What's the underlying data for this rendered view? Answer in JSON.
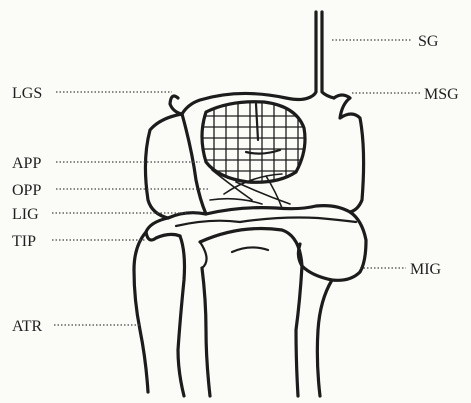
{
  "labels": {
    "sg": "SG",
    "lgs": "LGS",
    "msg": "MSG",
    "app": "APP",
    "opp": "OPP",
    "lig": "LIG",
    "tip": "TIP",
    "mig": "MIG",
    "atr": "ATR"
  }
}
